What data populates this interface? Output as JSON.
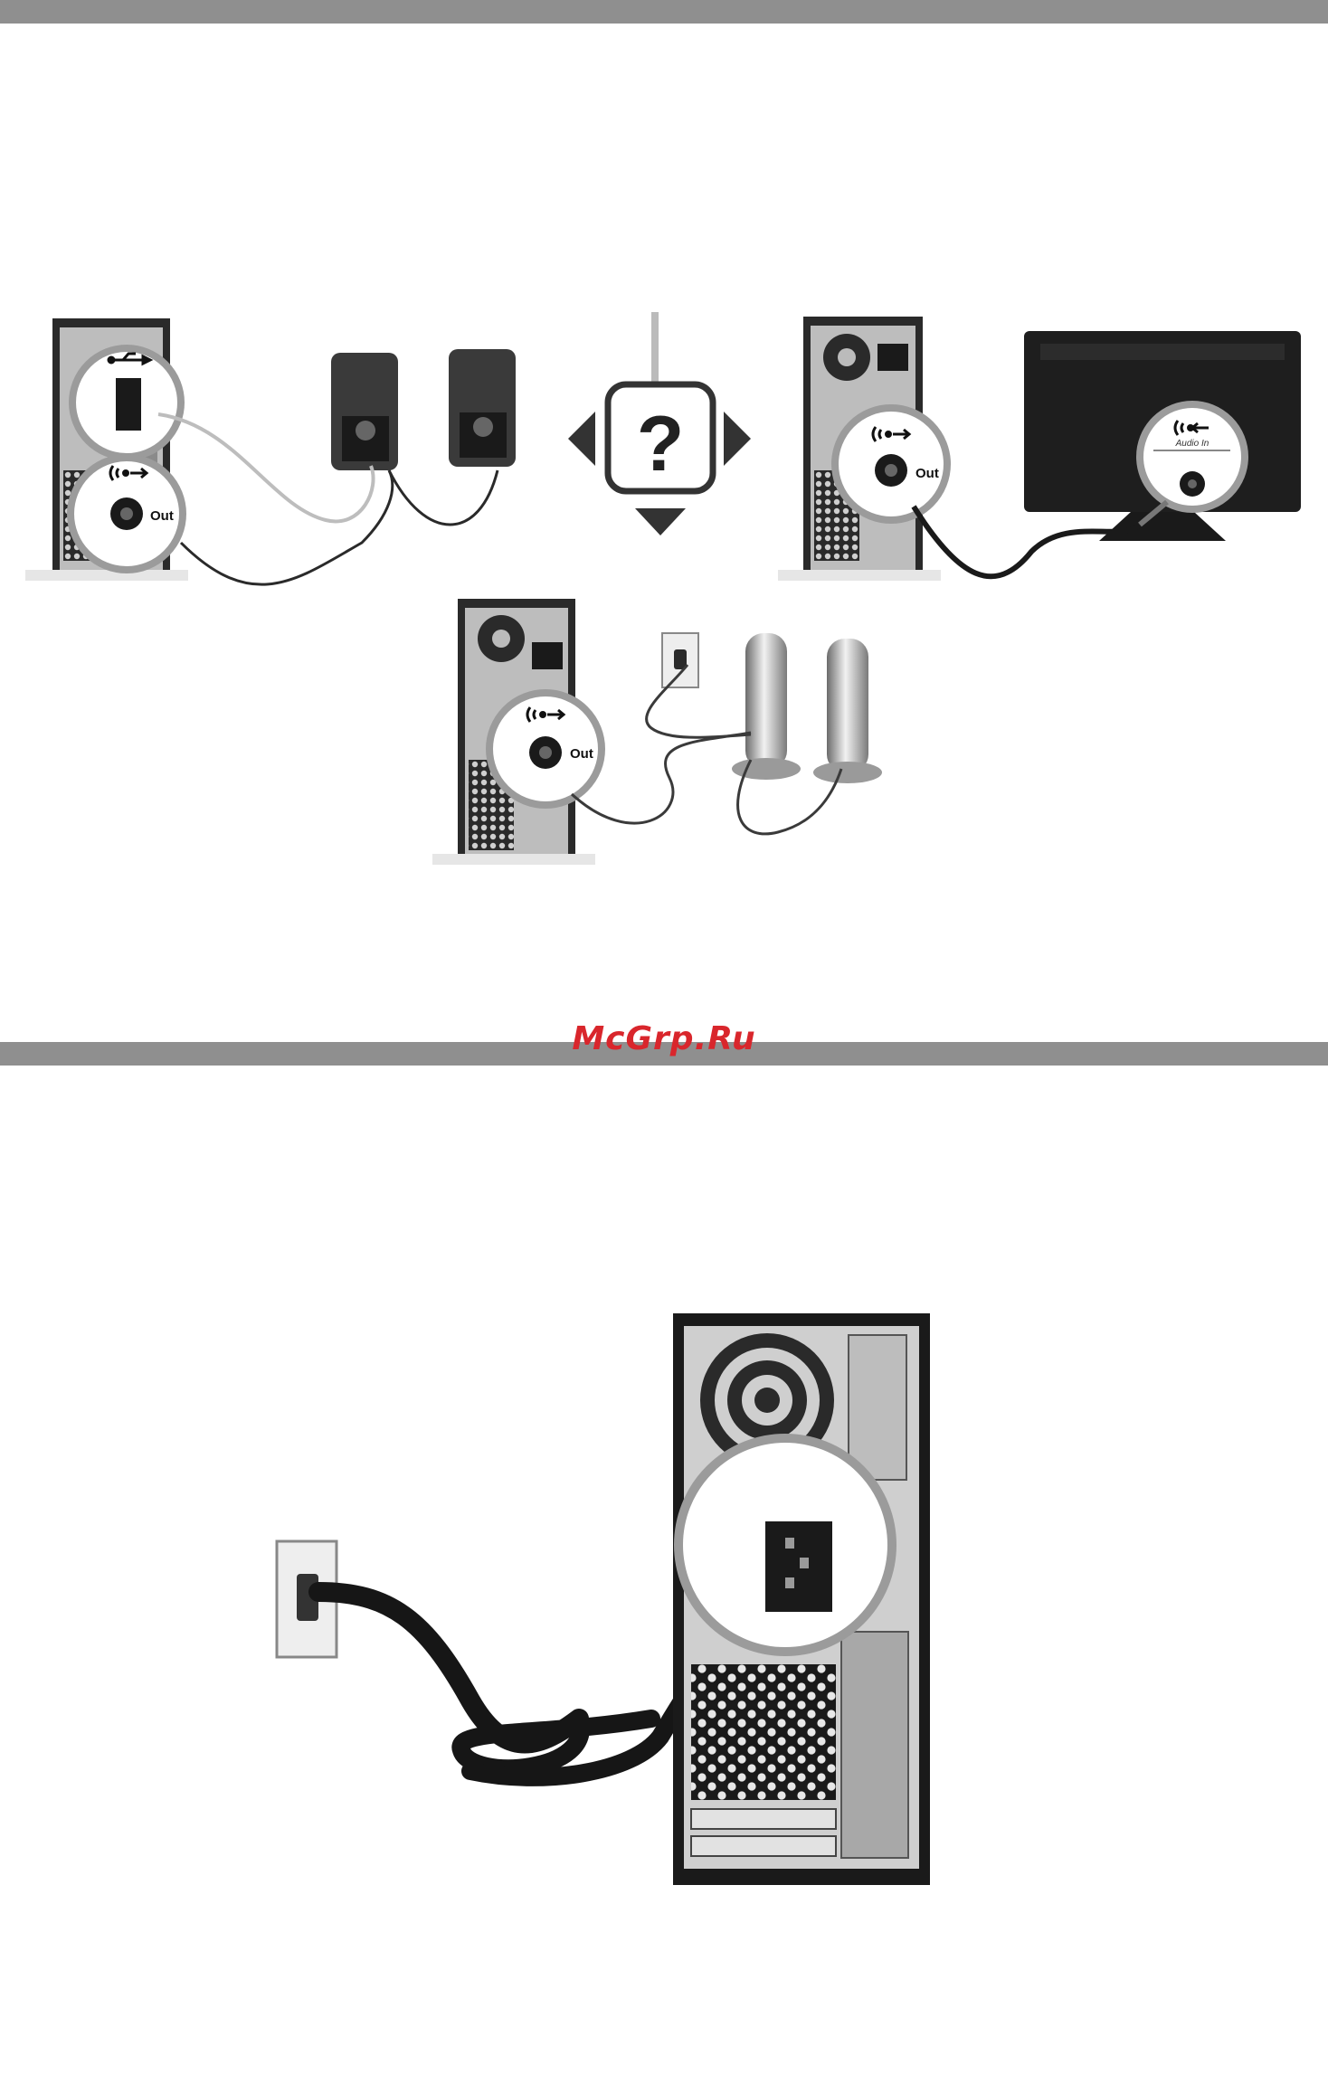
{
  "watermark": "McGrp.Ru",
  "labels": {
    "out": "Out",
    "audio_in": "Audio In",
    "question": "?"
  },
  "icons": {
    "usb": "usb-icon",
    "audio_out": "audio-out-icon",
    "audio_in": "audio-in-icon",
    "power_socket": "power-socket-icon"
  },
  "colors": {
    "bar": "#8f8f8f",
    "watermark": "#d9262c",
    "dark": "#1e1e1e",
    "panel": "#9a9a9a"
  }
}
